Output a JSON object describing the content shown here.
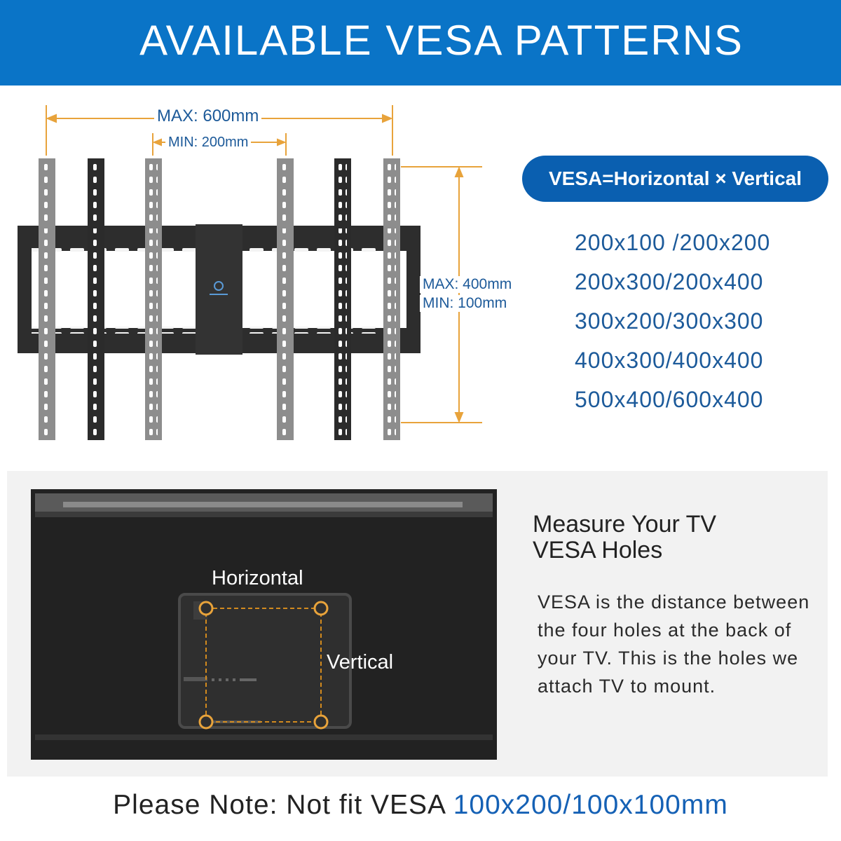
{
  "banner": {
    "title": "AVAILABLE VESA PATTERNS"
  },
  "mount": {
    "width_max_label": "MAX: 600mm",
    "width_min_label": "MIN: 200mm",
    "height_max_label": "MAX: 400mm",
    "height_min_label": "MIN: 100mm"
  },
  "formula": "VESA=Horizontal × Vertical",
  "patterns": [
    "200x100 /200x200",
    "200x300/200x400",
    "300x200/300x300",
    "400x300/400x400",
    "500x400/600x400"
  ],
  "tv": {
    "horizontal_label": "Horizontal",
    "vertical_label": "Vertical"
  },
  "measure": {
    "title": "Measure Your TV\nVESA Holes",
    "body": "VESA is the distance between the four holes at the back of your TV. This is the holes we attach TV to mount."
  },
  "note": {
    "prefix": "Please Note: Not fit VESA ",
    "value": "100x200/100x100mm"
  },
  "colors": {
    "banner_blue": "#0a74c7",
    "pill_blue": "#0a5fb0",
    "pattern_text": "#1c5a9a",
    "dimension_orange": "#e8a33b",
    "hole_outline": "#d28a1e"
  },
  "icons": [
    "bracket-logo-icon"
  ]
}
